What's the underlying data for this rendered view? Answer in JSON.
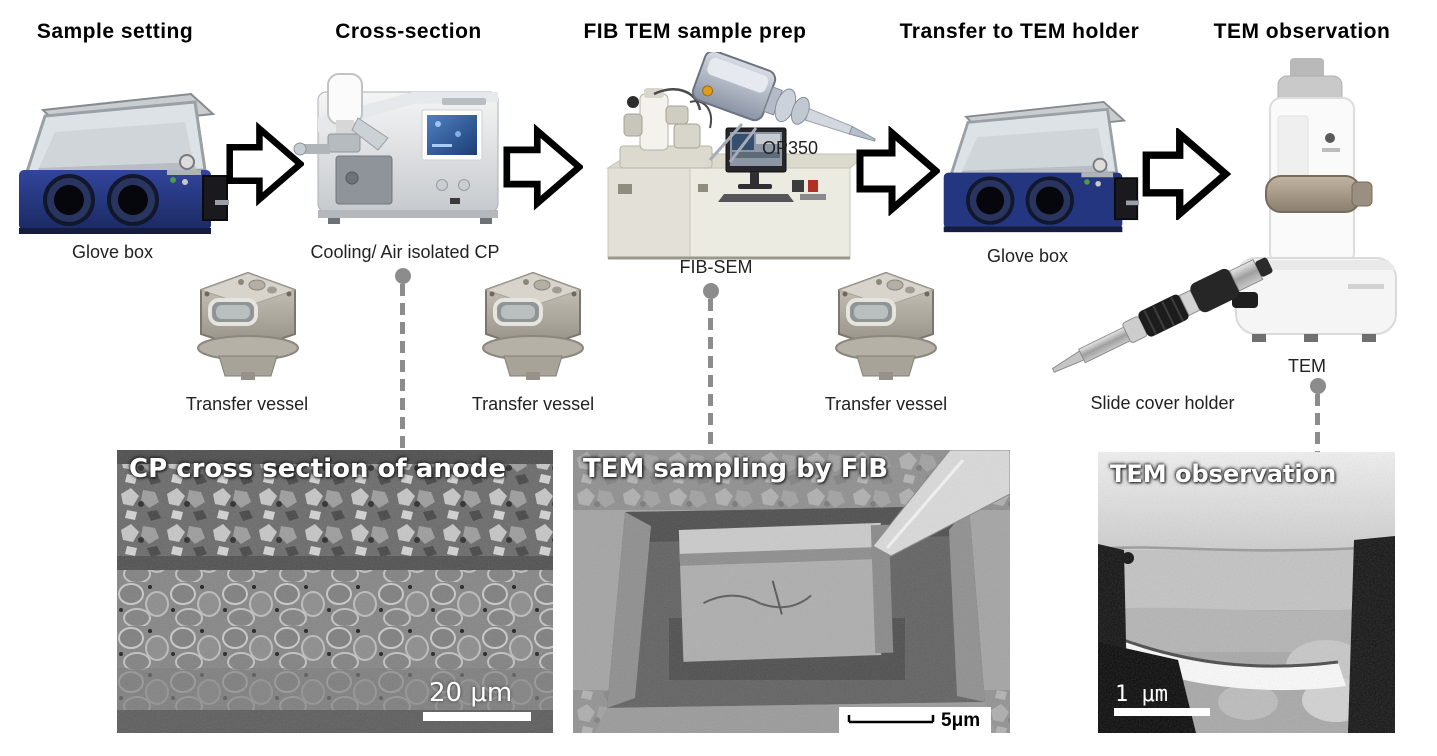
{
  "steps": [
    {
      "title": "Sample setting",
      "equipment_label": "Glove box"
    },
    {
      "title": "Cross-section",
      "equipment_label": "Cooling/ Air isolated CP"
    },
    {
      "title": "FIB TEM sample prep",
      "equipment_label": "FIB-SEM",
      "attachment_label": "OP350"
    },
    {
      "title": "Transfer to TEM holder",
      "equipment_label": "Glove box"
    },
    {
      "title": "TEM observation",
      "equipment_label": "TEM",
      "attachment_label": "Slide cover holder"
    }
  ],
  "transfer_vessels": {
    "label": "Transfer vessel",
    "count": 3
  },
  "micrographs": [
    {
      "title": "CP cross section of anode",
      "scale_label": "20 μm"
    },
    {
      "title": "TEM sampling by FIB",
      "scale_label": "5μm"
    },
    {
      "title": "TEM observation",
      "scale_label": "1 μm"
    }
  ],
  "colors": {
    "background": "#ffffff",
    "arrow_fill": "#ffffff",
    "arrow_stroke": "#000000",
    "connector_gray": "#8c8c8c",
    "glove_box_blue": "#2a3c89",
    "heading_text": "#000000"
  }
}
